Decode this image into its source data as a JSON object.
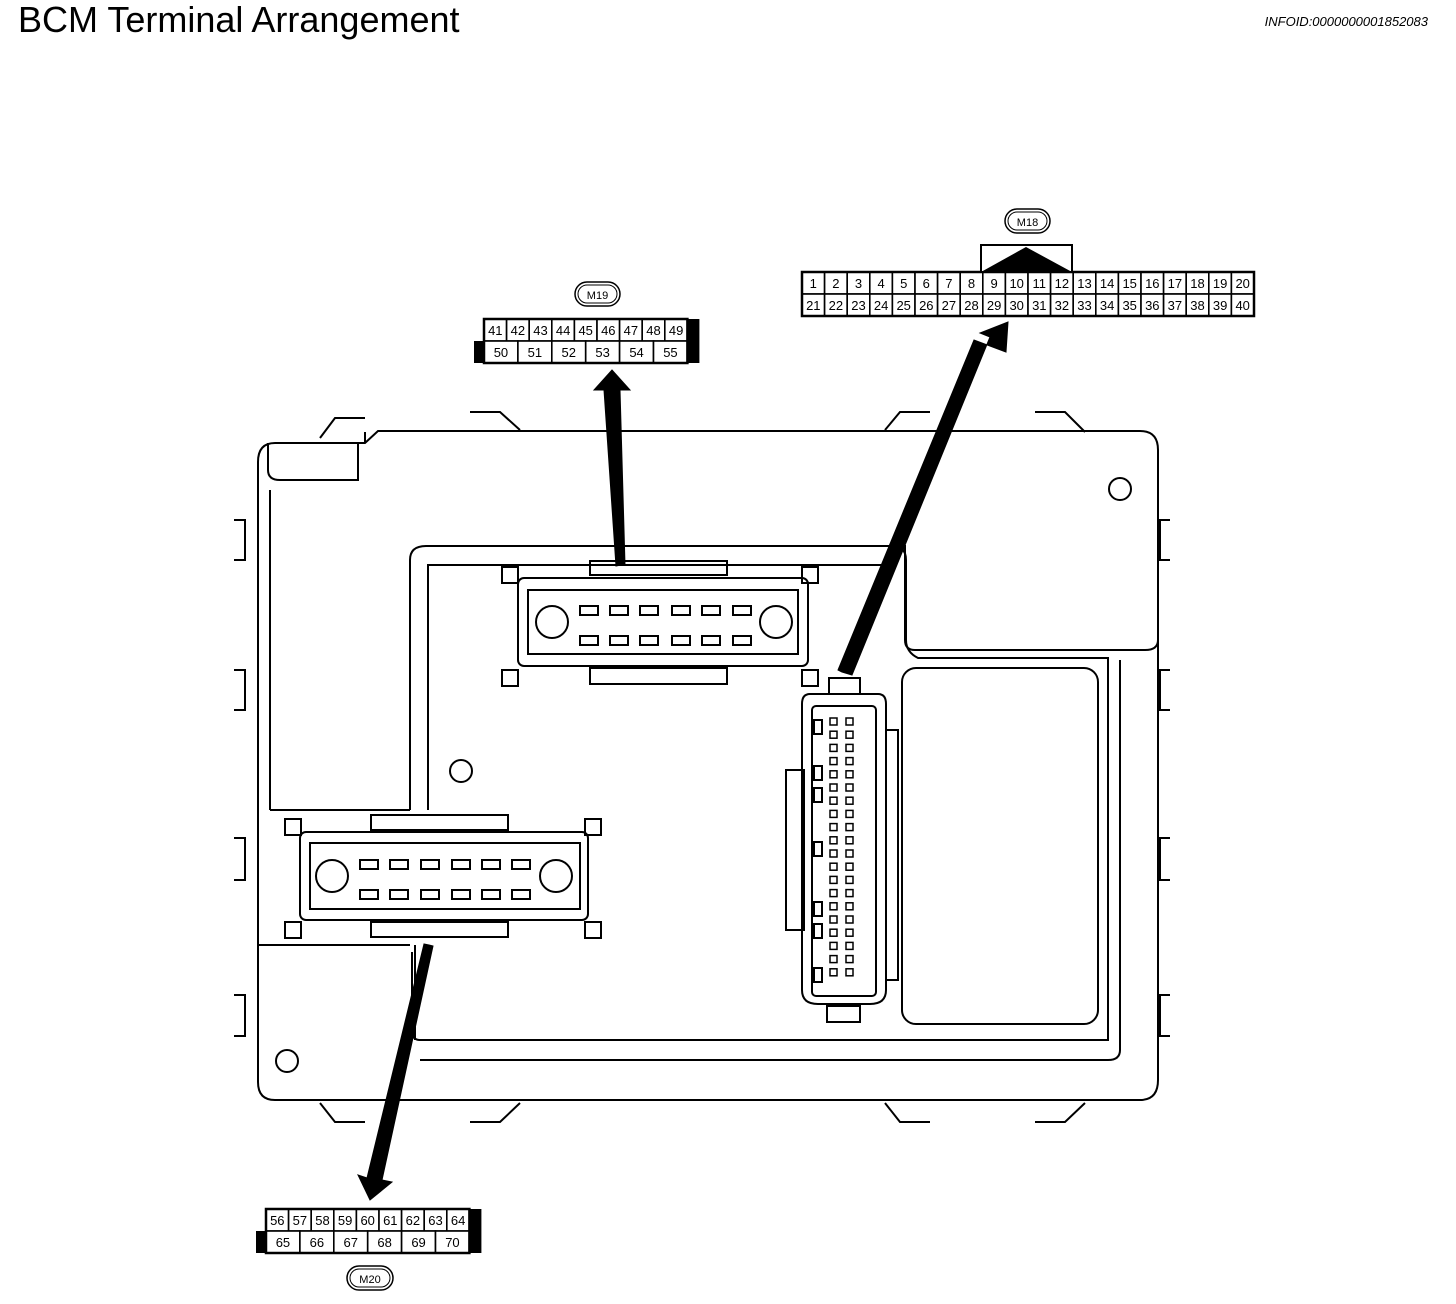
{
  "title": "BCM Terminal Arrangement",
  "info_id": "INFOID:0000000001852083",
  "connectors": {
    "m18": {
      "label": "M18",
      "row1": [
        "1",
        "2",
        "3",
        "4",
        "5",
        "6",
        "7",
        "8",
        "9",
        "10",
        "11",
        "12",
        "13",
        "14",
        "15",
        "16",
        "17",
        "18",
        "19",
        "20"
      ],
      "row2": [
        "21",
        "22",
        "23",
        "24",
        "25",
        "26",
        "27",
        "28",
        "29",
        "30",
        "31",
        "32",
        "33",
        "34",
        "35",
        "36",
        "37",
        "38",
        "39",
        "40"
      ]
    },
    "m19": {
      "label": "M19",
      "row1": [
        "41",
        "42",
        "43",
        "44",
        "45",
        "46",
        "47",
        "48",
        "49"
      ],
      "row2": [
        "50",
        "51",
        "52",
        "53",
        "54",
        "55"
      ]
    },
    "m20": {
      "label": "M20",
      "row1": [
        "56",
        "57",
        "58",
        "59",
        "60",
        "61",
        "62",
        "63",
        "64"
      ],
      "row2": [
        "65",
        "66",
        "67",
        "68",
        "69",
        "70"
      ]
    }
  }
}
